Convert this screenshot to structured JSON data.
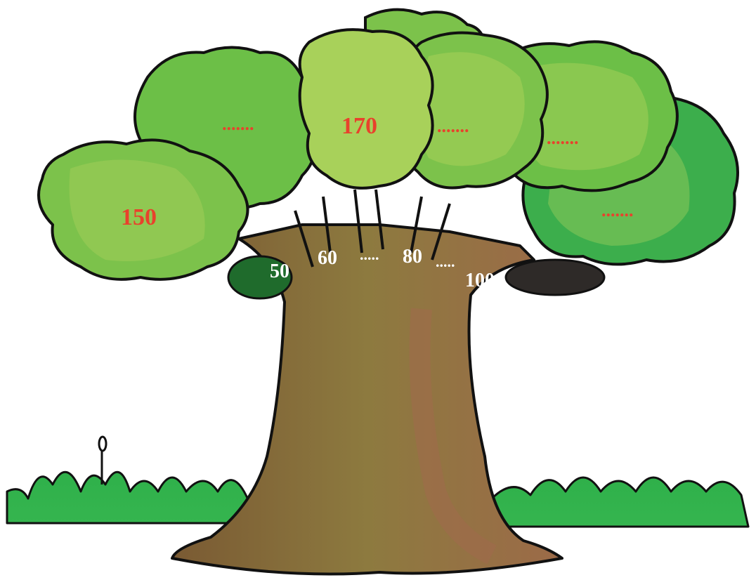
{
  "leaves": [
    {
      "id": "leaf-left",
      "text": "150"
    },
    {
      "id": "leaf-upper-left",
      "text": "......."
    },
    {
      "id": "leaf-top-center",
      "text": "170"
    },
    {
      "id": "leaf-center-right",
      "text": "......."
    },
    {
      "id": "leaf-right",
      "text": "......."
    },
    {
      "id": "leaf-far-right",
      "text": "......."
    }
  ],
  "branches": [
    {
      "id": "branch-1",
      "text": "50"
    },
    {
      "id": "branch-2",
      "text": "60"
    },
    {
      "id": "branch-3",
      "text": "....."
    },
    {
      "id": "branch-4",
      "text": "80"
    },
    {
      "id": "branch-5",
      "text": "....."
    },
    {
      "id": "branch-6",
      "text": "100"
    }
  ],
  "colors": {
    "leaf_light": "#a8d15a",
    "leaf_mid": "#7cc24b",
    "leaf_dark": "#39a84a",
    "trunk": "#8b6a3e",
    "trunk_dark": "#6e4e2a",
    "grass": "#2fb04a",
    "label_red": "#e8422c",
    "label_white": "#ffffff"
  }
}
